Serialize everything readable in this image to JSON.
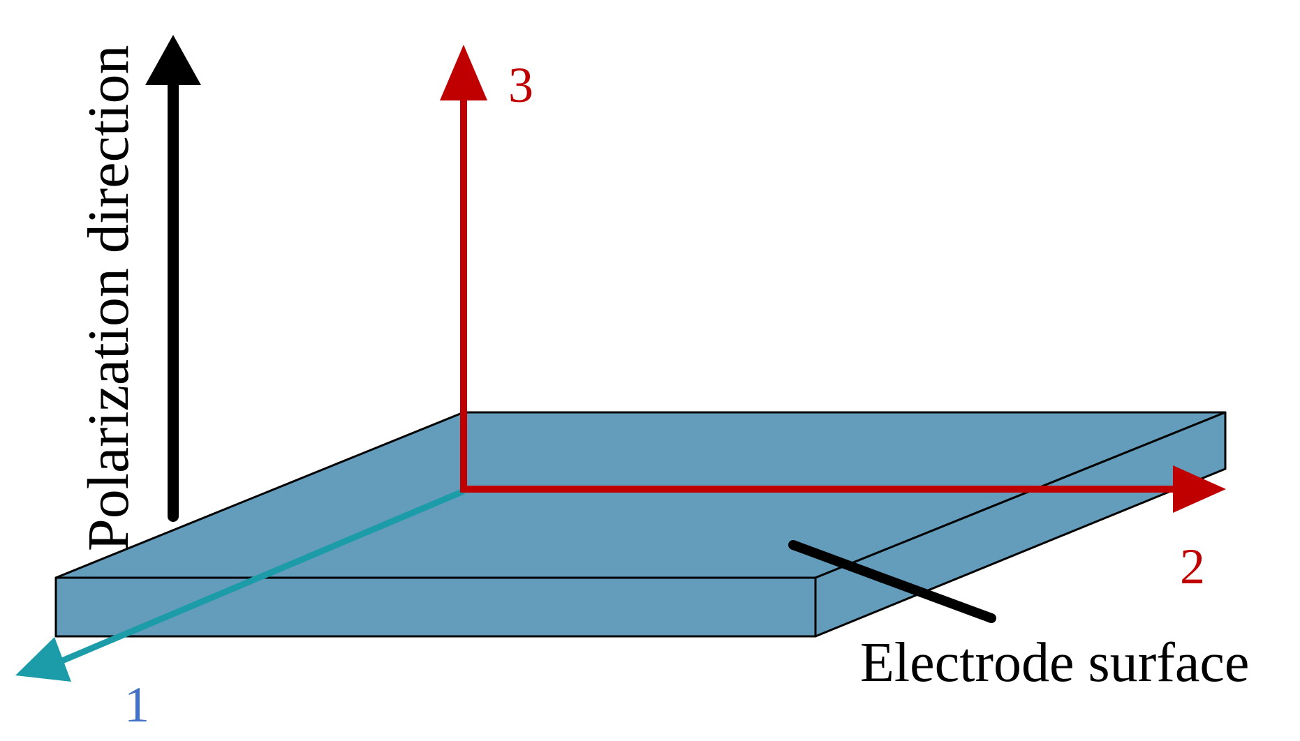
{
  "labels": {
    "polarization": "Polarization direction",
    "axis_1": "1",
    "axis_2": "2",
    "axis_3": "3",
    "electrode": "Electrode surface"
  },
  "colors": {
    "plate_fill": "#649CBB",
    "outline": "#000000",
    "axis_red": "#C00000",
    "axis_teal": "#1C9CA8",
    "label_blue": "#4472C4",
    "black": "#000000"
  }
}
